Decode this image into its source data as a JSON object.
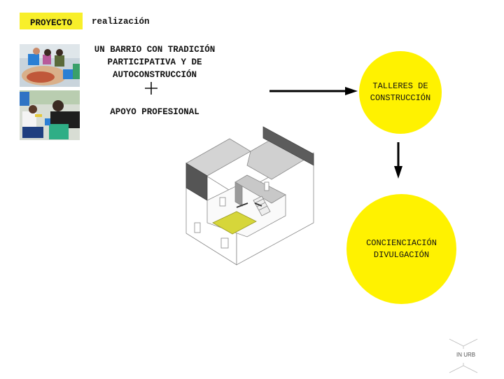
{
  "header": {
    "tag_label": "PROYECTO",
    "subtitle": "realización",
    "accent_color": "#f8ef2a"
  },
  "photos": [
    {
      "name": "community-workshop-photo-1",
      "description": "group of people building with materials"
    },
    {
      "name": "community-workshop-photo-2",
      "description": "volunteers working with a child"
    }
  ],
  "statement": {
    "line1": "UN BARRIO CON TRADICIÓN",
    "line2": "PARTICIPATIVA  Y DE",
    "line3": "AUTOCONSTRUCCIÓN",
    "plus_symbol": "+",
    "line4": "APOYO PROFESIONAL"
  },
  "flow": {
    "node1": {
      "line1": "TALLERES DE",
      "line2": "CONSTRUCCIÓN"
    },
    "node2": {
      "line1": "CONCIENCIACIÓN",
      "line2": "DIVULGACIÓN"
    },
    "node_color": "#fff200"
  },
  "illustration": {
    "name": "isometric-house-drawing"
  },
  "logo": {
    "text": "IN URB"
  }
}
